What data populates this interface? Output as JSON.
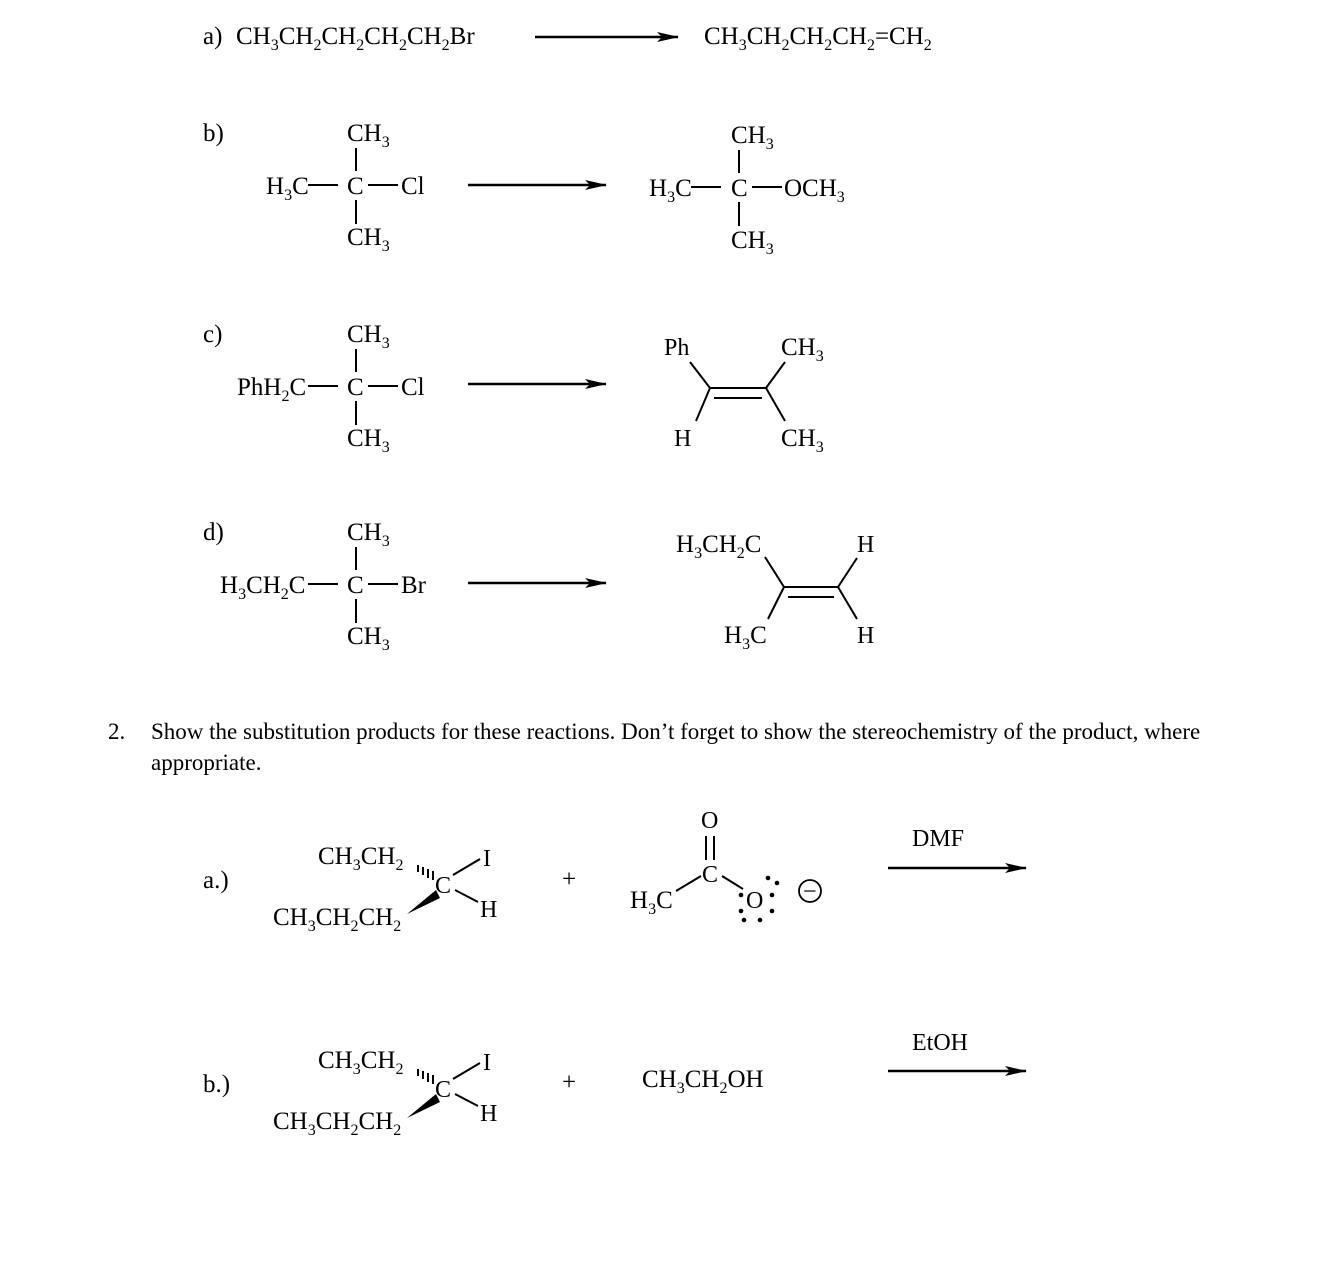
{
  "part1": {
    "a": {
      "label": "a)",
      "reactant": [
        "CH",
        "3",
        "CH",
        "2",
        "CH",
        "2",
        "CH",
        "2",
        "CH",
        "2",
        "Br"
      ],
      "product": [
        "CH",
        "3",
        "CH",
        "2",
        "CH",
        "2",
        "CH",
        "2",
        "=CH",
        "2"
      ]
    },
    "b": {
      "label": "b)",
      "reactant": {
        "left": "H",
        "left_sub": "3",
        "left_tail": "C",
        "center": "C",
        "right": "Cl",
        "top": "CH",
        "top_sub": "3",
        "bottom": "CH",
        "bottom_sub": "3"
      },
      "product": {
        "left": "H",
        "left_sub": "3",
        "left_tail": "C",
        "center": "C",
        "right": "OCH",
        "right_sub": "3",
        "top": "CH",
        "top_sub": "3",
        "bottom": "CH",
        "bottom_sub": "3"
      }
    },
    "c": {
      "label": "c)",
      "reactant": {
        "left": "PhH",
        "left_sub": "2",
        "left_tail": "C",
        "center": "C",
        "right": "Cl",
        "top": "CH",
        "top_sub": "3",
        "bottom": "CH",
        "bottom_sub": "3"
      },
      "product": {
        "top_left": "Ph",
        "bottom_left": "H",
        "top_right": "CH",
        "top_right_sub": "3",
        "bottom_right": "CH",
        "bottom_right_sub": "3"
      }
    },
    "d": {
      "label": "d)",
      "reactant": {
        "left": "H",
        "left_sub": "3",
        "left_mid": "CH",
        "left_sub2": "2",
        "left_tail": "C",
        "center": "C",
        "right": "Br",
        "top": "CH",
        "top_sub": "3",
        "bottom": "CH",
        "bottom_sub": "3"
      },
      "product": {
        "top_left": "H",
        "top_left_sub": "3",
        "top_left_mid": "CH",
        "top_left_sub2": "2",
        "top_left_tail": "C",
        "bottom_left": "H",
        "bottom_left_sub": "3",
        "bottom_left_tail": "C",
        "top_right": "H",
        "bottom_right": "H"
      }
    }
  },
  "question2": {
    "number": "2.",
    "text": "Show the substitution products for these reactions. Don’t forget to show the stereochemistry of the product, where appropriate."
  },
  "part2": {
    "a": {
      "label": "a.)",
      "substrate": {
        "upper": "CH",
        "upper_sub1": "3",
        "upper_mid": "CH",
        "upper_sub2": "2",
        "lower": "CH",
        "lower_sub1": "3",
        "lower_mid1": "CH",
        "lower_sub2": "2",
        "lower_mid2": "CH",
        "lower_sub3": "2",
        "center": "C",
        "top_right": "I",
        "bottom_right": "H"
      },
      "plus": "+",
      "nucleophile": {
        "methyl": "H",
        "methyl_sub": "3",
        "methyl_tail": "C",
        "carbon": "C",
        "carbonyl_o": "O",
        "anion_o": "O",
        "charge": "−"
      },
      "solvent": "DMF"
    },
    "b": {
      "label": "b.)",
      "substrate": {
        "upper": "CH",
        "upper_sub1": "3",
        "upper_mid": "CH",
        "upper_sub2": "2",
        "lower": "CH",
        "lower_sub1": "3",
        "lower_mid1": "CH",
        "lower_sub2": "2",
        "lower_mid2": "CH",
        "lower_sub3": "2",
        "center": "C",
        "top_right": "I",
        "bottom_right": "H"
      },
      "plus": "+",
      "nucleophile": [
        "CH",
        "3",
        "CH",
        "2",
        "OH"
      ],
      "solvent": "EtOH"
    }
  }
}
